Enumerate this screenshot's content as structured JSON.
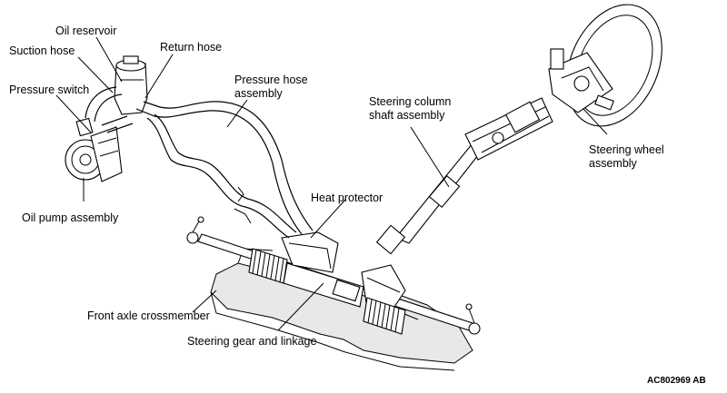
{
  "callouts": {
    "oil_reservoir": "Oil reservoir",
    "suction_hose": "Suction hose",
    "return_hose": "Return hose",
    "pressure_switch": "Pressure switch",
    "pressure_hose_line1": "Pressure hose",
    "pressure_hose_line2": "assembly",
    "steering_column_line1": "Steering column",
    "steering_column_line2": "shaft assembly",
    "steering_wheel_line1": "Steering wheel",
    "steering_wheel_line2": "assembly",
    "heat_protector": "Heat protector",
    "oil_pump": "Oil pump assembly",
    "front_axle_crossmember": "Front axle crossmember",
    "steering_gear": "Steering gear and linkage"
  },
  "figure_id": "AC802969 AB"
}
